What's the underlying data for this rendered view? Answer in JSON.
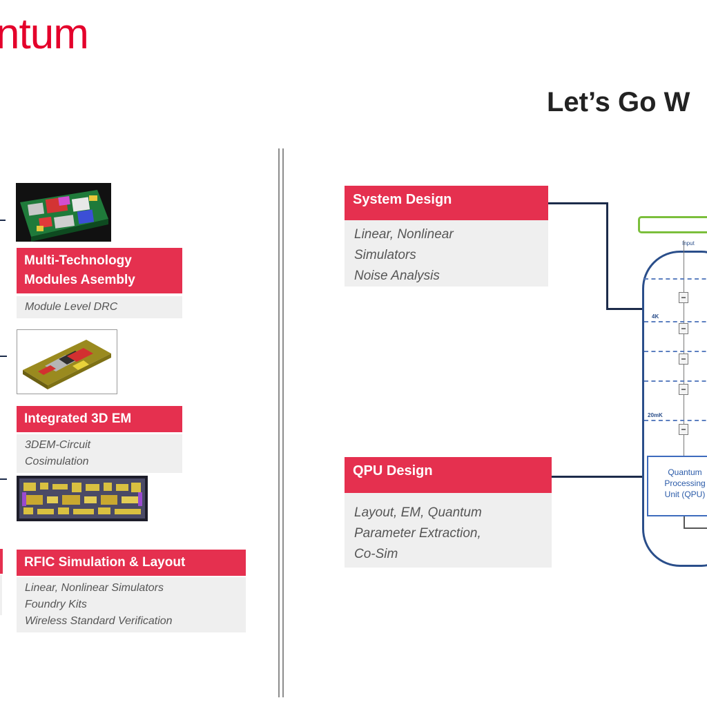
{
  "header": {
    "brand_text": "ntum",
    "headline": "Let’s Go W"
  },
  "left_cards": [
    {
      "title_lines": [
        "Multi-Technology",
        "Modules Asembly"
      ],
      "desc_lines": [
        "Module Level DRC"
      ]
    },
    {
      "title_lines": [
        "Integrated 3D EM"
      ],
      "desc_lines": [
        "3DEM-Circuit",
        "Cosimulation"
      ]
    },
    {
      "title_lines": [
        "RFIC Simulation & Layout"
      ],
      "desc_lines": [
        "Linear, Nonlinear Simulators",
        "Foundry Kits",
        "Wireless Standard Verification"
      ]
    }
  ],
  "right_cards": [
    {
      "title": "System Design",
      "desc_lines": [
        "Linear, Nonlinear",
        "Simulators",
        "Noise Analysis"
      ]
    },
    {
      "title": "QPU Design",
      "desc_lines": [
        "Layout, EM, Quantum",
        "Parameter Extraction,",
        "Co-Sim"
      ]
    }
  ],
  "qpu_diagram": {
    "input_label": "Input",
    "stage_labels": [
      "4K",
      "20mK"
    ],
    "qpu_lines": [
      "Quantum",
      "Processing",
      "Unit (QPU)"
    ]
  },
  "colors": {
    "brand_red": "#e4002b",
    "card_red": "#e5304f",
    "desc_gray": "#efefef",
    "connector_navy": "#1c2b4a",
    "diagram_blue": "#2a4e8a",
    "input_green": "#7bbf3b"
  }
}
